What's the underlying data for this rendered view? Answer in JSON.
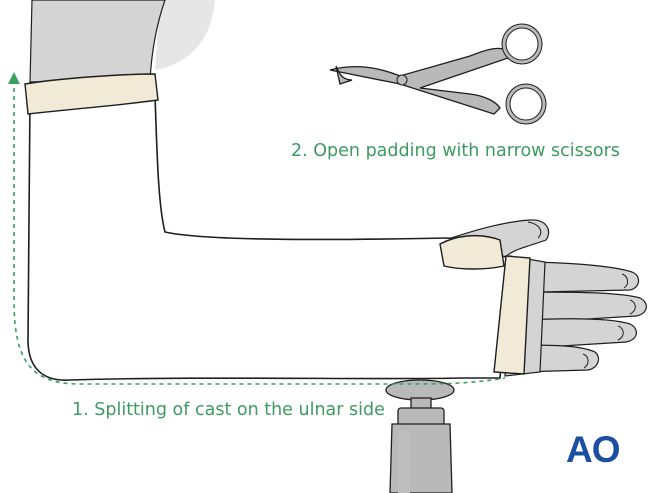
{
  "labels": {
    "step_open": "2. Open padding with narrow scissors",
    "step_split": "1. Splitting of cast on the ulnar side"
  },
  "logo": {
    "text": "AO"
  },
  "colors": {
    "label_green": "#3e9a62",
    "cut_line": "#3aa062",
    "logo_blue": "#1b4fa0",
    "skin": "#d4d4d4",
    "skin_dark": "#bdbdbd",
    "background_shape": "#e6e6e6",
    "cast": "#ffffff",
    "padding": "#f0ead6",
    "outline": "#1e1e1e",
    "metal": "#b9b9b9"
  },
  "icons": [
    "scissors-icon",
    "cast-saw-icon",
    "arrow-up-icon"
  ]
}
